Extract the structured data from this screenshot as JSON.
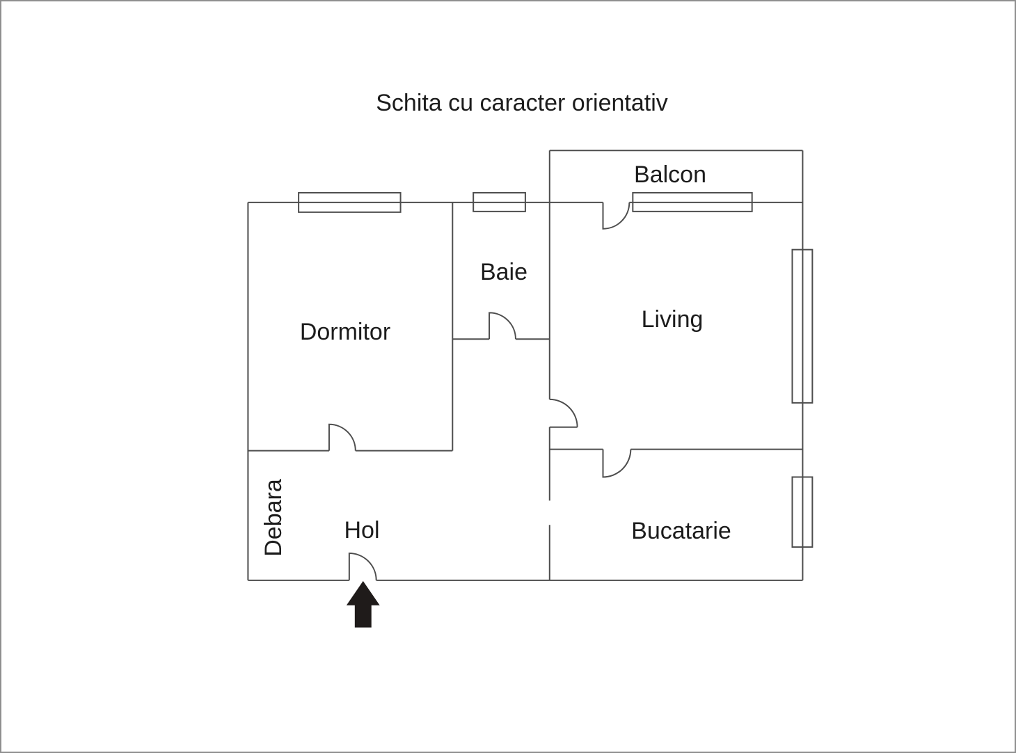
{
  "title": "Schita cu caracter orientativ",
  "rooms": [
    {
      "id": "dormitor",
      "label": "Dormitor"
    },
    {
      "id": "baie",
      "label": "Baie"
    },
    {
      "id": "living",
      "label": "Living"
    },
    {
      "id": "balcon",
      "label": "Balcon"
    },
    {
      "id": "debara",
      "label": "Debara"
    },
    {
      "id": "hol",
      "label": "Hol"
    },
    {
      "id": "bucatarie",
      "label": "Bucatarie"
    }
  ],
  "icons": {
    "entrance_arrow": "arrow-up"
  },
  "colors": {
    "wall": "#4d4d4d",
    "text": "#1c1c1c",
    "arrow": "#1f1b1a",
    "page_border": "#8f8f8f",
    "background": "#ffffff"
  }
}
